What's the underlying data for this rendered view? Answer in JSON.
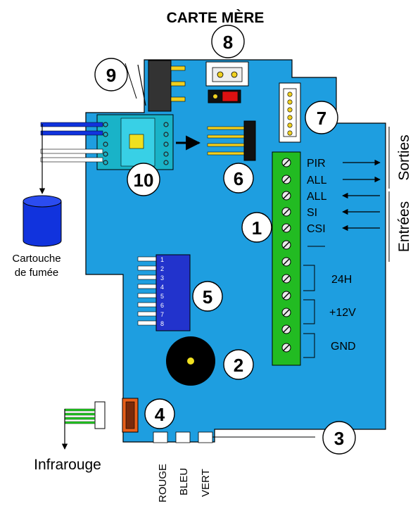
{
  "title": "CARTE MÈRE",
  "callouts": [
    "1",
    "2",
    "3",
    "4",
    "5",
    "6",
    "7",
    "8",
    "9",
    "10"
  ],
  "terminals": {
    "signals": [
      "PIR",
      "ALL",
      "ALL",
      "SI",
      "CSI"
    ],
    "power": [
      "24H",
      "+12V",
      "GND"
    ]
  },
  "groups": {
    "outputs": "Sorties",
    "inputs": "Entrées"
  },
  "dip_switch": [
    "1",
    "2",
    "3",
    "4",
    "5",
    "6",
    "7",
    "8"
  ],
  "smoke_cartridge": [
    "Cartouche",
    "de fumée"
  ],
  "infrared": "Infrarouge",
  "leds": [
    "ROUGE",
    "BLEU",
    "VERT"
  ],
  "colors": {
    "board": "#1e9ee0",
    "terminal_block": "#22bb22",
    "dip_switch": "#2233cc",
    "cartridge": "#1133dd",
    "buzzer": "#000000",
    "buzzer_center": "#f0e020",
    "connector_4": "#e8601a",
    "jumper": "#dd1111"
  }
}
